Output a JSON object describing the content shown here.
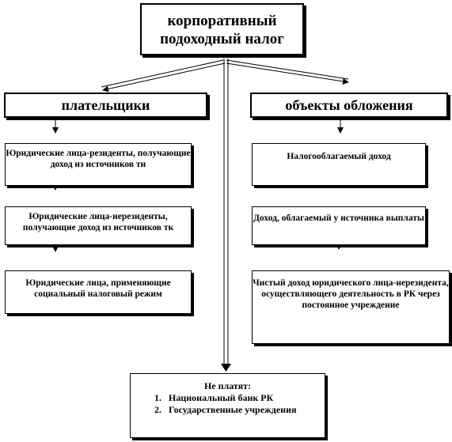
{
  "diagram": {
    "title": "корпоративный подоходный налог",
    "payers": {
      "header": "плательщики",
      "items": [
        "Юридические лица-резиденты, получающие доход из источников ти",
        "Юридические лица-нерезиденты, получающие доход из источников тк",
        "Юридические лица, применяющие социальный налоговый режим"
      ]
    },
    "objects": {
      "header": "объекты обложения",
      "items": [
        "Налогооблагаемый доход",
        "Доход, облагаемый у источника выплаты",
        "Чистый доход юридического лица-нерезидента, осуществляющего деятельность в РК через постоянное учреждение"
      ]
    },
    "exempt": {
      "header": "Не платят:",
      "items": [
        "Национальный банк РК",
        "Государственные учреждения"
      ]
    }
  }
}
